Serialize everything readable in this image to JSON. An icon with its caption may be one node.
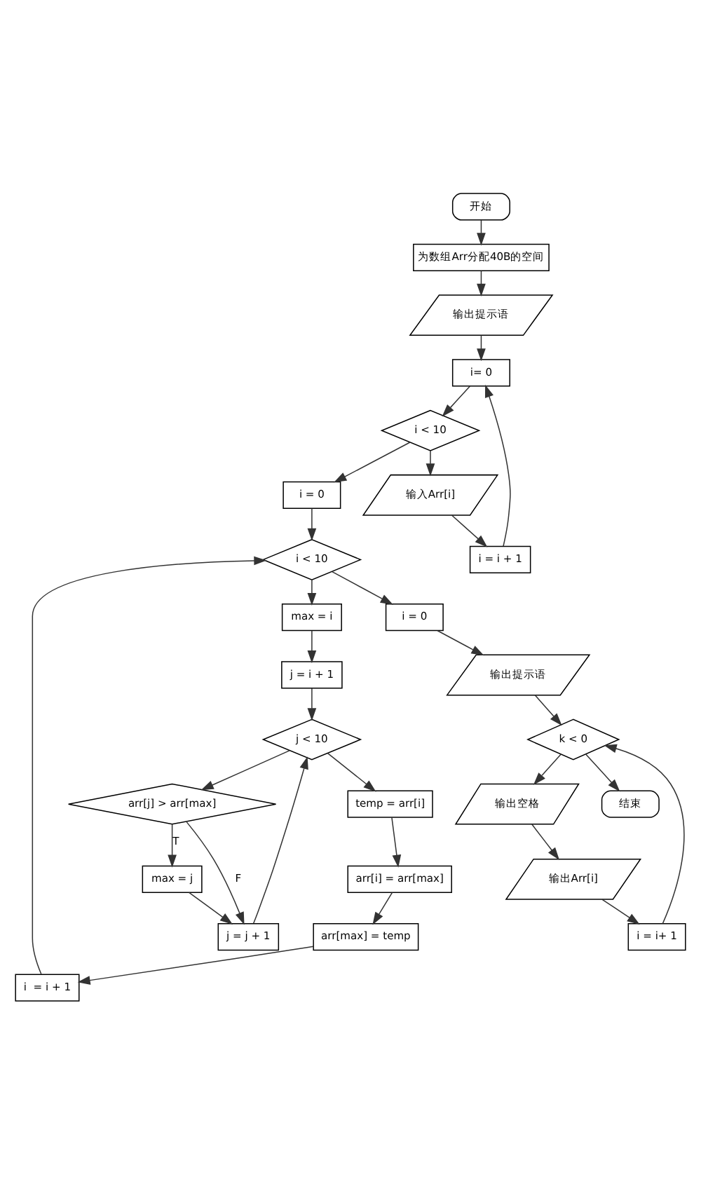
{
  "diagram": {
    "nodes": [
      {
        "text": [
          "开始"
        ]
      },
      {
        "text": [
          "为数组Arr分配40B的空间"
        ]
      },
      {
        "text": [
          "输出提示语"
        ]
      },
      {
        "text": [
          "i= 0"
        ]
      },
      {
        "text": [
          "i = i + 1"
        ]
      },
      {
        "text": [
          "输入Arr[i]"
        ]
      },
      {
        "text": [
          "i < 10"
        ]
      },
      {
        "text": [
          "i = 0"
        ]
      },
      {
        "text": [
          "i  = i + 1"
        ]
      },
      {
        "text": [
          "arr[max] = temp"
        ]
      },
      {
        "text": [
          "arr[i] = arr[max]"
        ]
      },
      {
        "text": [
          "temp = arr[i]"
        ]
      },
      {
        "text": [
          "j < 10"
        ]
      },
      {
        "text": [
          "arr[j] > arr[max]"
        ]
      },
      {
        "text": [
          "max = j"
        ]
      },
      {
        "text": [
          "j = i + 1"
        ]
      },
      {
        "text": [
          "max = i"
        ]
      },
      {
        "text": [
          "j = j + 1"
        ]
      },
      {
        "text": [
          "i < 10"
        ]
      },
      {
        "text": [
          "i = 0"
        ]
      },
      {
        "text": [
          "输出提示语"
        ]
      },
      {
        "text": [
          "i = i+ 1"
        ]
      },
      {
        "text": [
          "输出Arr[i]"
        ]
      },
      {
        "text": [
          "输出空格"
        ]
      },
      {
        "text": [
          "k < 0"
        ]
      },
      {
        "text": [
          "结束"
        ]
      }
    ],
    "edges": [
      {
        "from": 0,
        "to": 1,
        "arrow": "to"
      },
      {
        "from": 1,
        "to": 2,
        "arrow": "to"
      },
      {
        "from": 2,
        "to": 3,
        "arrow": "to"
      },
      {
        "from": 3,
        "to": 6,
        "arrow": "to"
      },
      {
        "from": 6,
        "to": 5,
        "arrow": "to"
      },
      {
        "from": 5,
        "to": 4,
        "arrow": "to"
      },
      {
        "from": 4,
        "to": 3,
        "arrow": "to"
      },
      {
        "from": 6,
        "to": 7,
        "arrow": "to"
      },
      {
        "from": 7,
        "to": 18,
        "arrow": "to"
      },
      {
        "from": 8,
        "to": 18,
        "arrow": "to"
      },
      {
        "from": 18,
        "to": 16,
        "arrow": "to"
      },
      {
        "from": 16,
        "to": 15,
        "arrow": "to"
      },
      {
        "from": 15,
        "to": 12,
        "arrow": "to"
      },
      {
        "from": 12,
        "to": 11,
        "arrow": "to"
      },
      {
        "from": 11,
        "to": 10,
        "arrow": "to"
      },
      {
        "from": 10,
        "to": 9,
        "arrow": "to"
      },
      {
        "from": 9,
        "to": 8,
        "arrow": "to"
      },
      {
        "from": 12,
        "to": 13,
        "arrow": "to"
      },
      {
        "from": 13,
        "to": 14,
        "arrow": "to",
        "label": "T"
      },
      {
        "from": 13,
        "to": 17,
        "arrow": "to",
        "label": "F"
      },
      {
        "from": 14,
        "to": 17,
        "arrow": "to"
      },
      {
        "from": 17,
        "to": 12,
        "arrow": "to"
      },
      {
        "from": 18,
        "to": 19,
        "arrow": "to"
      },
      {
        "from": 19,
        "to": 20,
        "arrow": "to"
      },
      {
        "from": 20,
        "to": 24,
        "arrow": "to"
      },
      {
        "from": 24,
        "to": 23,
        "arrow": "to"
      },
      {
        "from": 23,
        "to": 22,
        "arrow": "to"
      },
      {
        "from": 22,
        "to": 21,
        "arrow": "to"
      },
      {
        "from": 21,
        "to": 24,
        "arrow": "to"
      },
      {
        "from": 24,
        "to": 25,
        "arrow": "to"
      }
    ]
  }
}
